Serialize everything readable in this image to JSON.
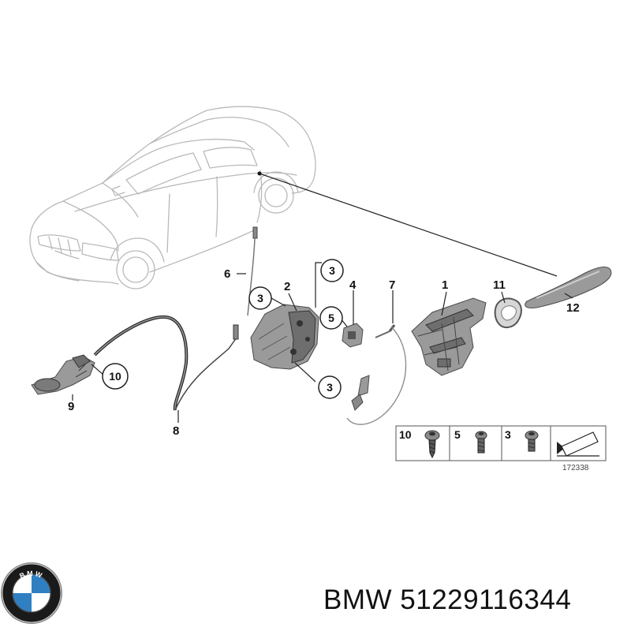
{
  "callouts": {
    "c1": "1",
    "c2": "2",
    "c3a": "3",
    "c3b": "3",
    "c3c": "3",
    "c4": "4",
    "c5": "5",
    "c6": "6",
    "c7": "7",
    "c8": "8",
    "c9": "9",
    "c10": "10",
    "c11": "11",
    "c12": "12"
  },
  "fastener_table": {
    "cells": [
      {
        "label": "10",
        "icon": "screw-icon"
      },
      {
        "label": "5",
        "icon": "screw-icon"
      },
      {
        "label": "3",
        "icon": "screw-icon"
      }
    ],
    "arrow_icon": "arrow-icon",
    "code": "172338"
  },
  "brand": {
    "logo_text": "BMW",
    "logo_colors": {
      "blue": "#2f7fc1",
      "black": "#1a1a1a",
      "white": "#ffffff"
    }
  },
  "caption": "BMW 51229116344"
}
